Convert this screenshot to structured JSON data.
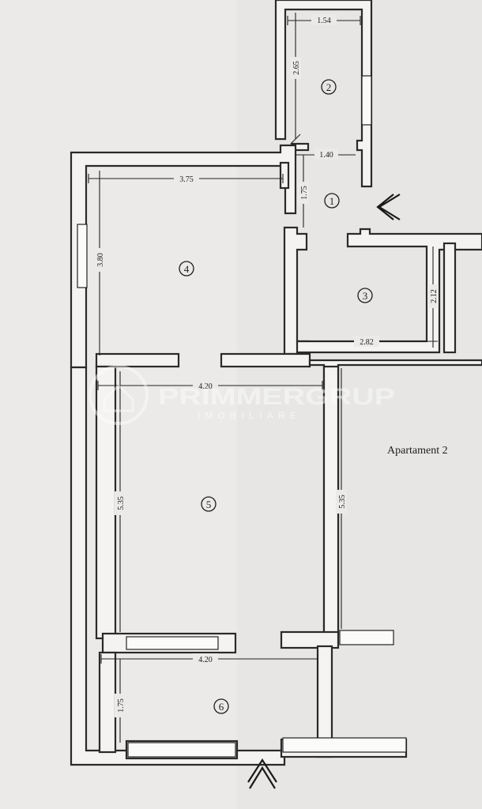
{
  "plan": {
    "apartment_label": "Apartament 2",
    "rooms": [
      "1",
      "2",
      "3",
      "4",
      "5",
      "6"
    ],
    "dimensions": [
      "1.54",
      "2.65",
      "1.40",
      "1.75",
      "3.75",
      "3.80",
      "2.12",
      "2.82",
      "4.20",
      "5.35",
      "5.35",
      "4.20",
      "1.75"
    ],
    "watermark": [
      "PRIMMERGRUP",
      "IMOBILIARE"
    ]
  }
}
